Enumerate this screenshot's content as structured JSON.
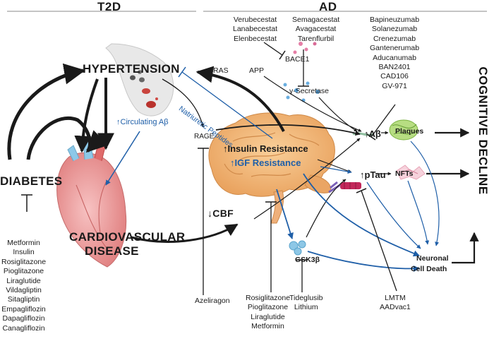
{
  "sections": {
    "left": "T2D",
    "right": "AD"
  },
  "conditions": {
    "diabetes": "DIABETES",
    "hypertension": "HYPERTENSION",
    "cvd_line1": "CARDIOVASCULAR",
    "cvd_line2": "DISEASE",
    "cognitive_decline": "COGNITIVE DECLINE"
  },
  "mechanisms": {
    "circulating_abeta": "↑Circulating Aβ",
    "natriuretic_peptides": "Natriuretic Peptides",
    "ras": "RAS",
    "app": "APP",
    "rage": "RAGE",
    "bace1": "BACE1",
    "gamma_secretase": "γ-Secretase",
    "insulin_resistance": "↑Insulin Resistance",
    "igf_resistance": "↑IGF Resistance",
    "cbf": "↓CBF",
    "abeta": "↑Aβ",
    "ptau": "↑pTau",
    "plaques": "Plaques",
    "nfts": "NFTs",
    "gsk3b": "GSK3β",
    "neuronal_death_line1": "Neuronal",
    "neuronal_death_line2": "Cell Death"
  },
  "drugs": {
    "bace1_inhibitors": [
      "Verubecestat",
      "Lanabecestat",
      "Elenbecestat"
    ],
    "gamma_secretase_inhibitors": [
      "Semagacestat",
      "Avagacestat",
      "Tarenflurbil"
    ],
    "abeta_antibodies": [
      "Bapineuzumab",
      "Solanezumab",
      "Crenezumab",
      "Gantenerumab",
      "Aducanumab",
      "BAN2401",
      "CAD106",
      "GV-971"
    ],
    "diabetes_drugs": [
      "Metformin",
      "Insulin",
      "Rosiglitazone",
      "Pioglitazone",
      "Liraglutide",
      "Vildagliptin",
      "Sitagliptin",
      "Empagliflozin",
      "Dapagliflozin",
      "Canagliflozin"
    ],
    "rage_inhibitor": [
      "Azeliragon"
    ],
    "insulin_sensitizers": [
      "Rosiglitazone",
      "Pioglitazone",
      "Liraglutide",
      "Metformin"
    ],
    "gsk3b_inhibitors": [
      "Tideglusib",
      "Lithium"
    ],
    "tau_inhibitors": [
      "LMTM",
      "AADvac1"
    ]
  },
  "colors": {
    "black_arrow": "#1a1a1a",
    "blue_arrow": "#1f5fa8",
    "brain": "#f2b477",
    "heart": "#e98e8e",
    "tau": "#c2275a",
    "plaque": "#8bc34a"
  }
}
